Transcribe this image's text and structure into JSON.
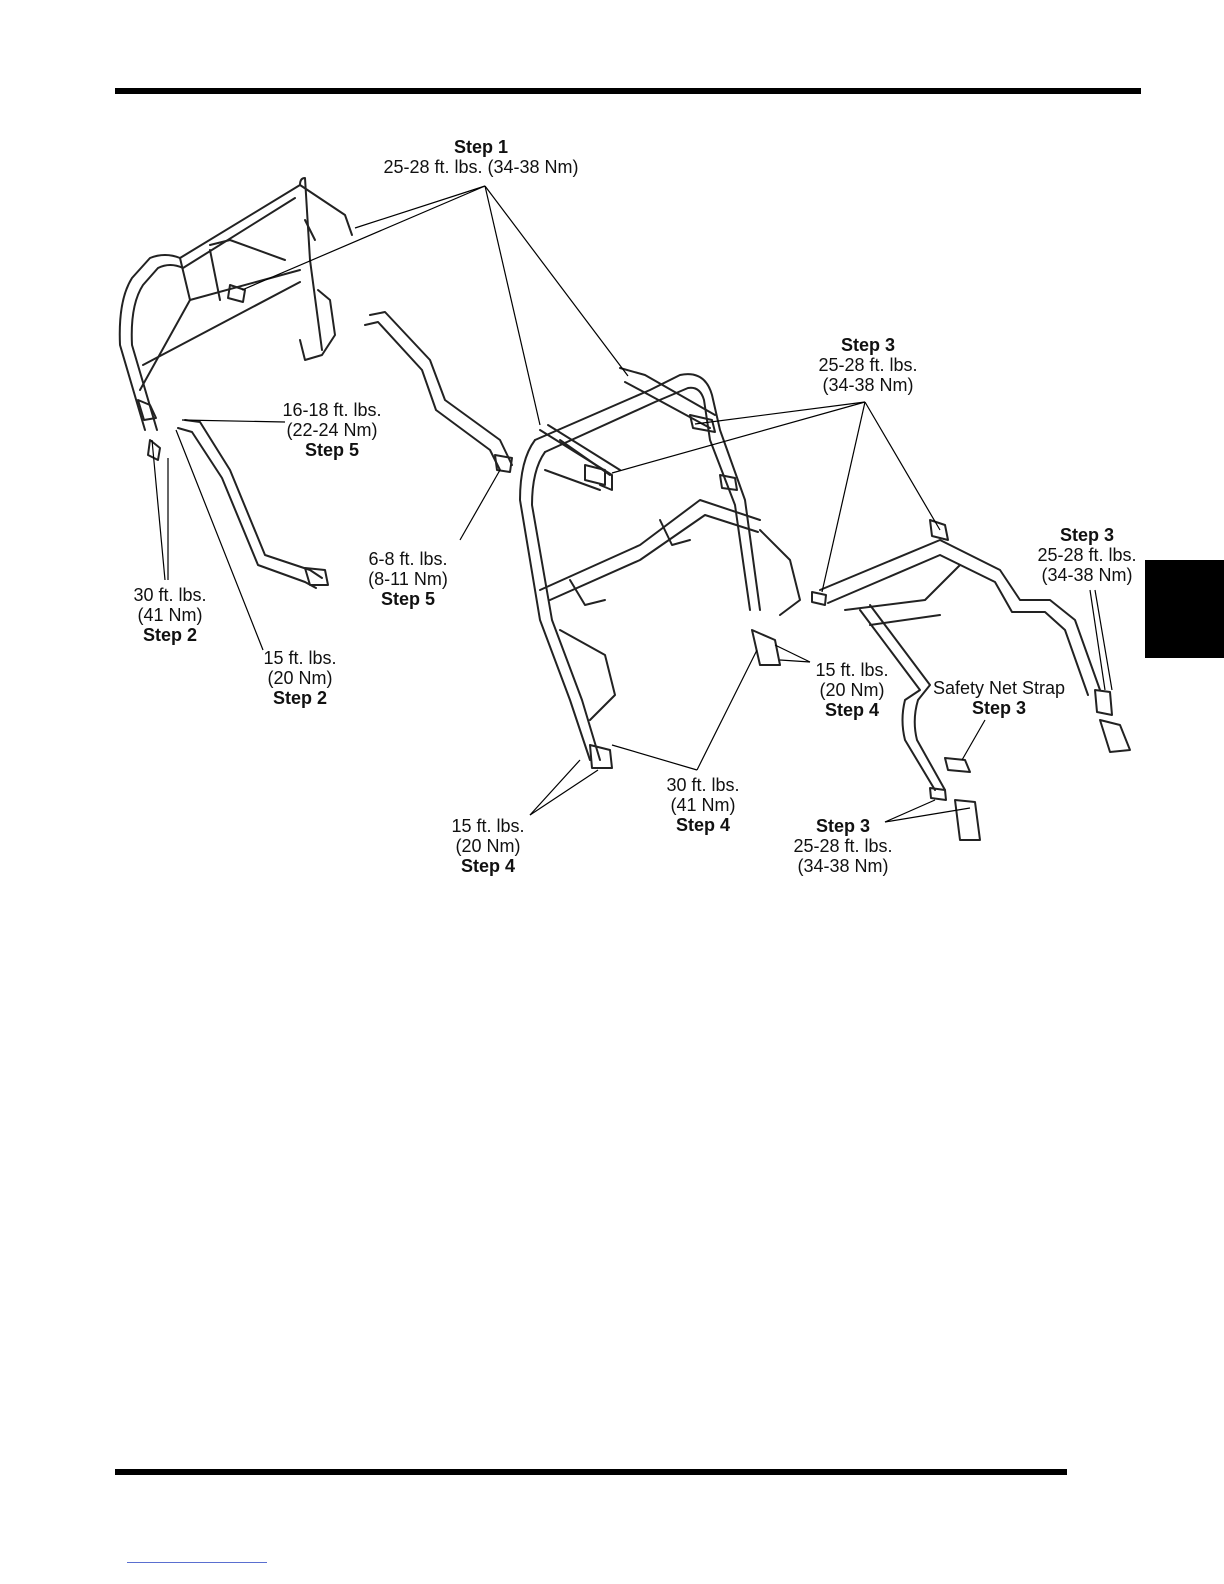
{
  "callouts": [
    {
      "id": "step1-top",
      "lines": [
        {
          "t": "Step 1",
          "b": true
        },
        {
          "t": "25-28 ft. lbs. (34-38 Nm)"
        }
      ]
    },
    {
      "id": "step5-upper",
      "lines": [
        {
          "t": "16-18 ft. lbs."
        },
        {
          "t": "(22-24 Nm)"
        },
        {
          "t": "Step 5",
          "b": true
        }
      ]
    },
    {
      "id": "step5-lower",
      "lines": [
        {
          "t": "6-8 ft. lbs."
        },
        {
          "t": "(8-11 Nm)"
        },
        {
          "t": "Step 5",
          "b": true
        }
      ]
    },
    {
      "id": "step2-left",
      "lines": [
        {
          "t": "30 ft. lbs."
        },
        {
          "t": "(41 Nm)"
        },
        {
          "t": "Step 2",
          "b": true
        }
      ]
    },
    {
      "id": "step2-right",
      "lines": [
        {
          "t": "15 ft. lbs."
        },
        {
          "t": "(20 Nm)"
        },
        {
          "t": "Step 2",
          "b": true
        }
      ]
    },
    {
      "id": "step3-center",
      "lines": [
        {
          "t": "Step 3",
          "b": true
        },
        {
          "t": "25-28 ft. lbs."
        },
        {
          "t": "(34-38 Nm)"
        }
      ]
    },
    {
      "id": "step3-right",
      "lines": [
        {
          "t": "Step 3",
          "b": true
        },
        {
          "t": "25-28 ft. lbs."
        },
        {
          "t": "(34-38 Nm)"
        }
      ]
    },
    {
      "id": "step4-right",
      "lines": [
        {
          "t": "15 ft. lbs."
        },
        {
          "t": "(20 Nm)"
        },
        {
          "t": "Step 4",
          "b": true
        }
      ]
    },
    {
      "id": "step3-safety",
      "lines": [
        {
          "t": "Safety Net Strap"
        },
        {
          "t": "Step 3",
          "b": true
        }
      ]
    },
    {
      "id": "step4-center",
      "lines": [
        {
          "t": "30 ft. lbs."
        },
        {
          "t": "(41 Nm)"
        },
        {
          "t": "Step 4",
          "b": true
        }
      ]
    },
    {
      "id": "step4-left",
      "lines": [
        {
          "t": "15 ft. lbs."
        },
        {
          "t": "(20 Nm)"
        },
        {
          "t": "Step 4",
          "b": true
        }
      ]
    },
    {
      "id": "step3-bottom",
      "lines": [
        {
          "t": "Step 3",
          "b": true
        },
        {
          "t": "25-28 ft. lbs."
        },
        {
          "t": "(34-38 Nm)"
        }
      ]
    }
  ]
}
